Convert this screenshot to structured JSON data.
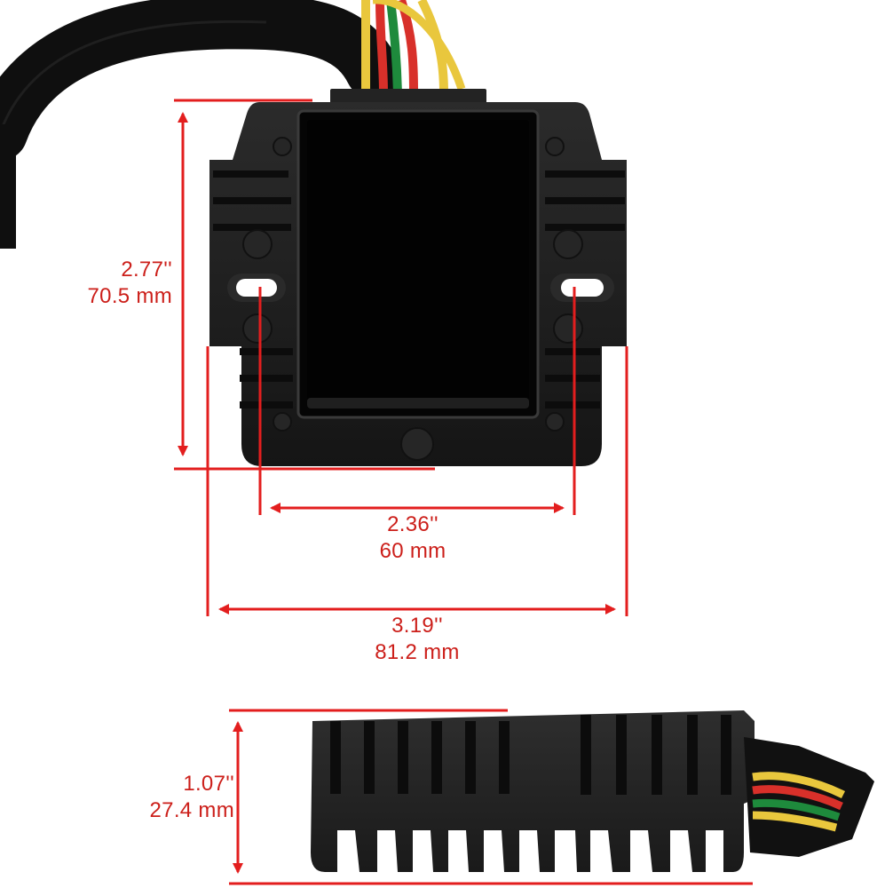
{
  "colors": {
    "dimension": "#e31e1e",
    "label": "#cc1f1a",
    "body": "#1f1f1f",
    "fin": "#2a2a2a",
    "cable": "#101010",
    "wire_yellow": "#e9c73d",
    "wire_red": "#d8302a",
    "wire_green": "#1e8a3c",
    "background": "#ffffff"
  },
  "dimensions": {
    "height": {
      "inch": "2.77''",
      "mm": "70.5 mm"
    },
    "hole_spacing": {
      "inch": "2.36''",
      "mm": "60 mm"
    },
    "width": {
      "inch": "3.19''",
      "mm": "81.2 mm"
    },
    "thickness": {
      "inch": "1.07''",
      "mm": "27.4 mm"
    }
  }
}
